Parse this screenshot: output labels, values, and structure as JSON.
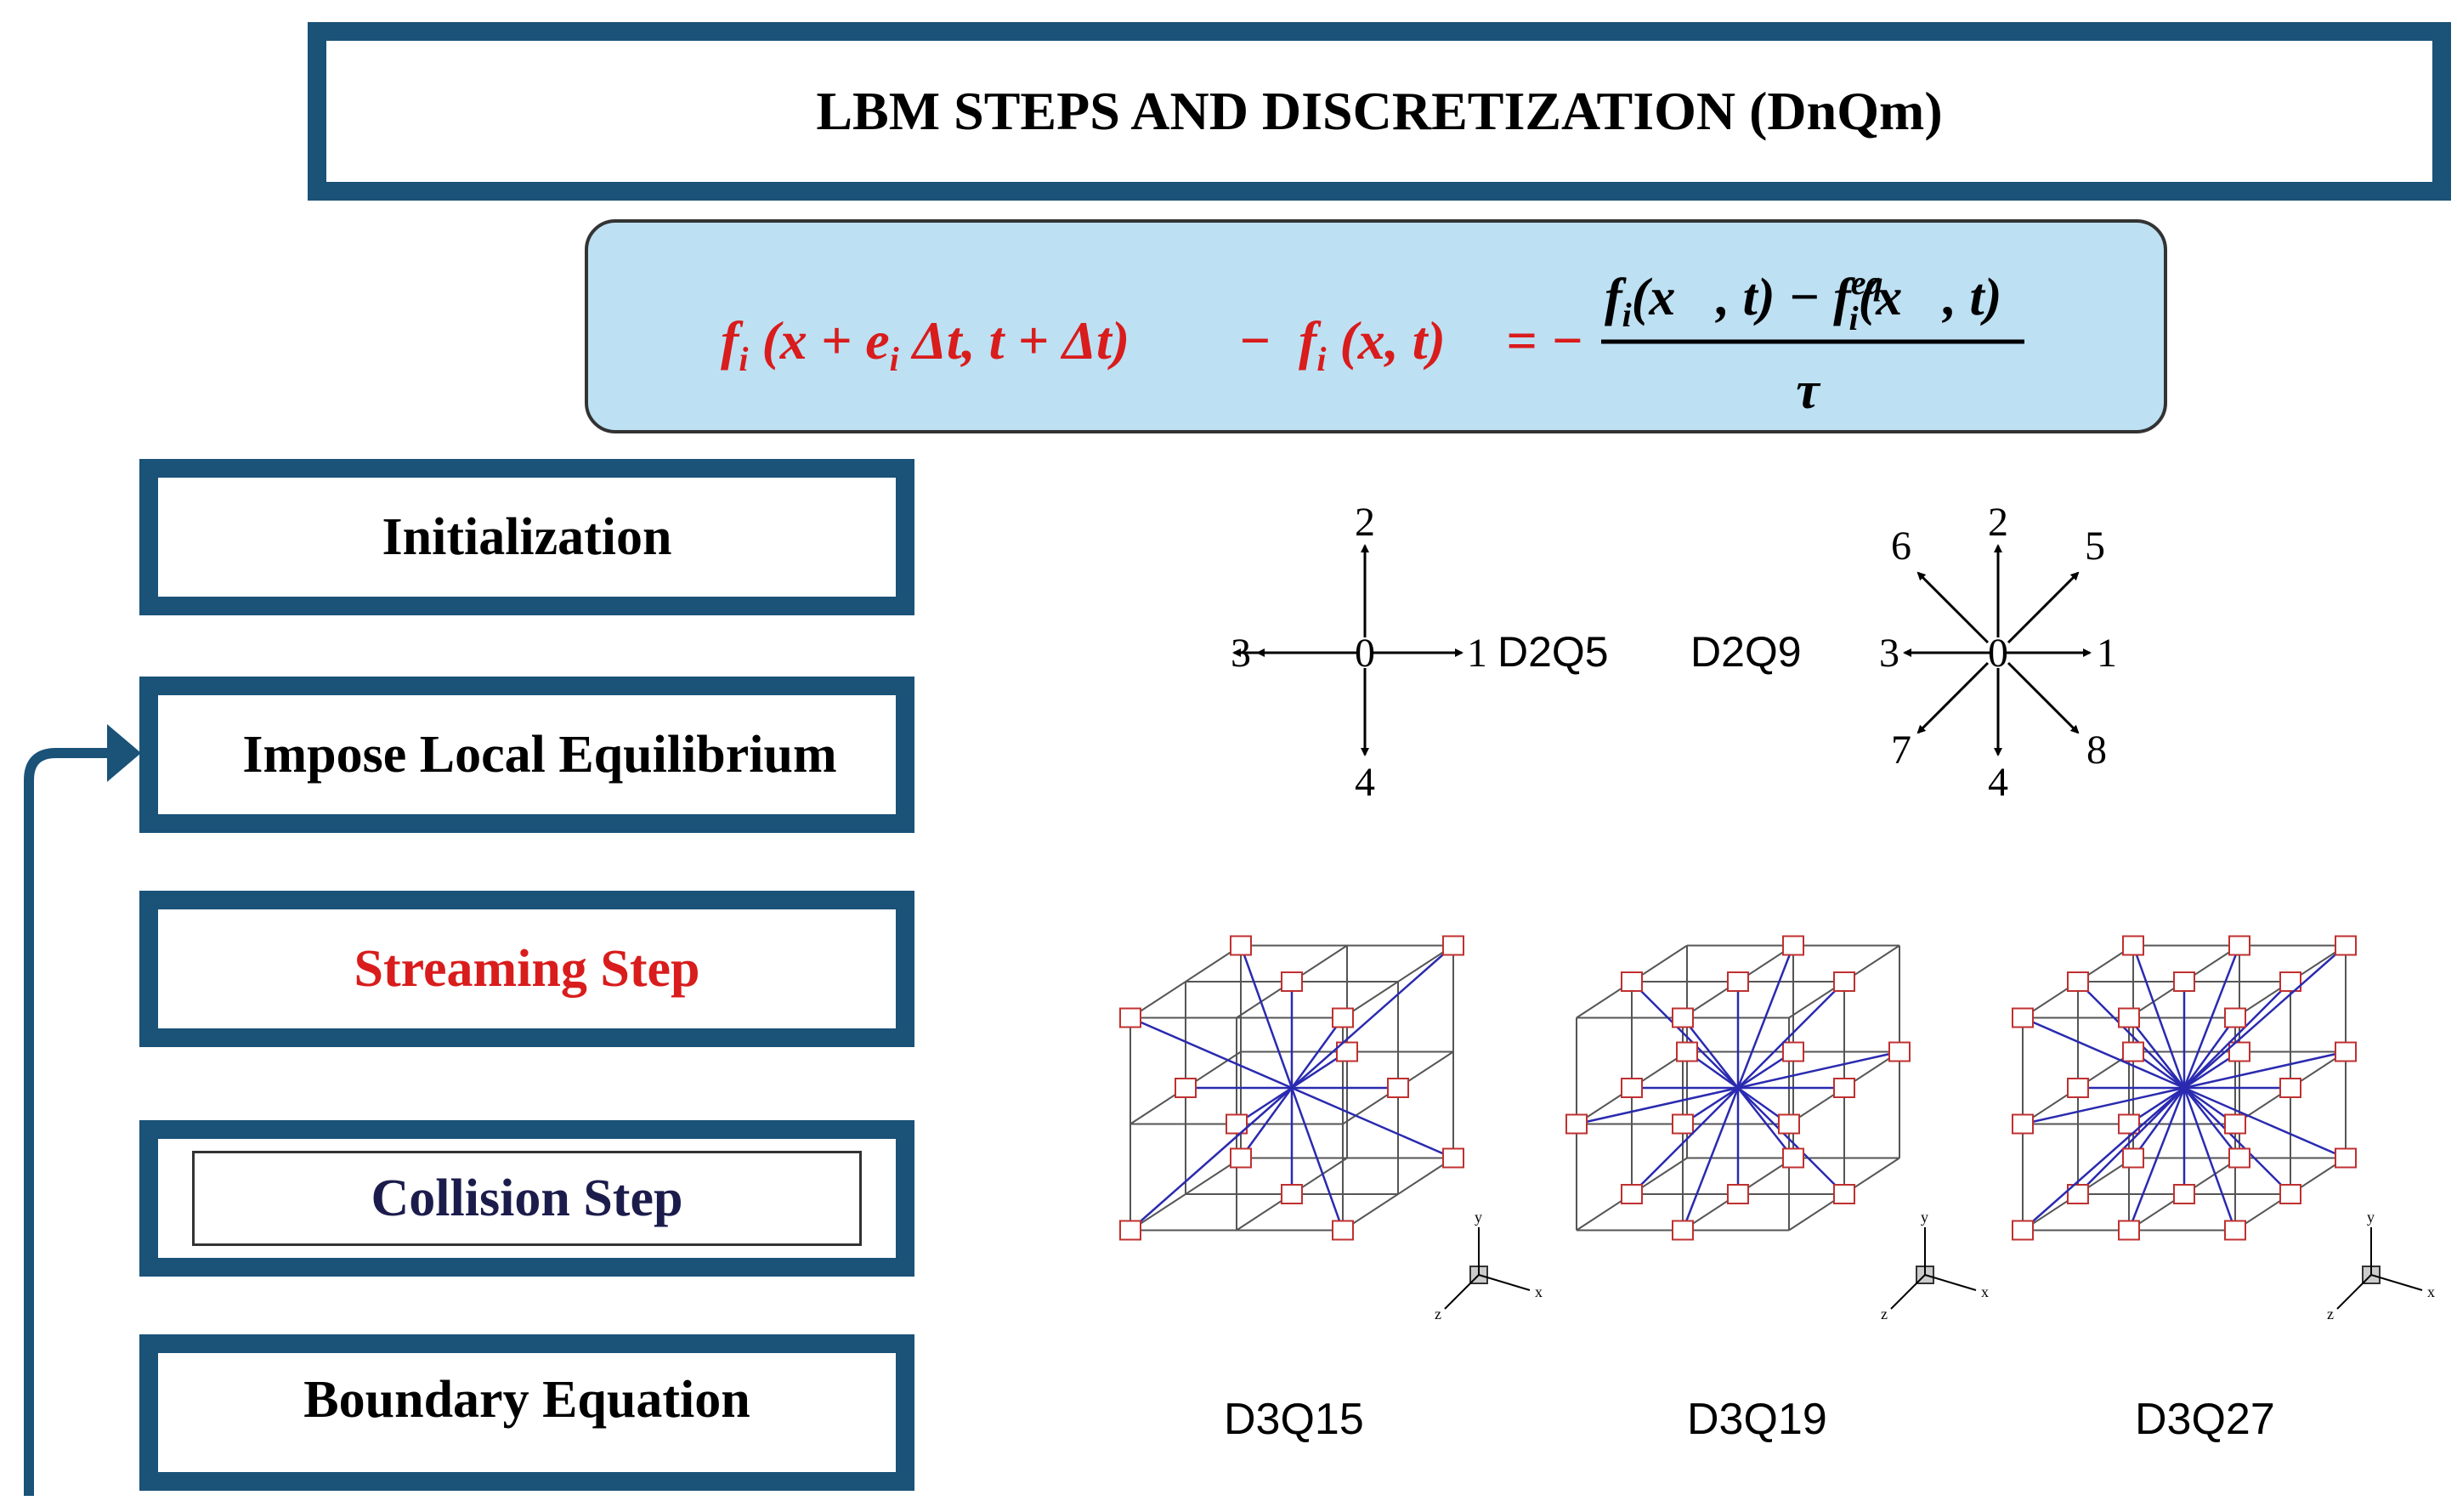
{
  "title": "LBM STEPS AND DISCRETIZATION (DnQm)",
  "equation": {
    "lhs_a": "f",
    "lhs_a_sub": "i",
    "lhs_a_args": "(x + e",
    "lhs_a_args_sub": "i",
    "lhs_a_args2": " Δt, t + Δt)",
    "minus": " − ",
    "lhs_b": "f",
    "lhs_b_sub": "i",
    "lhs_b_args": "(x, t)",
    "equals": "= −",
    "num_a": "f",
    "num_a_sub": "i",
    "num_a_args": "(x⃗, t) − f",
    "num_b_sup": "eq",
    "num_b_sub": "i",
    "num_b_args": "(x⃗, t)",
    "den": "τ"
  },
  "steps": [
    {
      "label": "Initialization",
      "color": "#000000"
    },
    {
      "label": "Impose Local Equilibrium",
      "color": "#000000"
    },
    {
      "label": "Streaming Step",
      "color": "#d91c1c"
    },
    {
      "label": "Collision Step",
      "color": "#1c1c4c"
    },
    {
      "label": "Boundary Equation",
      "color": "#000000"
    }
  ],
  "d2q5": {
    "name": "D2Q5",
    "labels": [
      "0",
      "1",
      "2",
      "3",
      "4"
    ]
  },
  "d2q9": {
    "name": "D2Q9",
    "labels": [
      "0",
      "1",
      "2",
      "3",
      "4",
      "5",
      "6",
      "7",
      "8"
    ]
  },
  "lattices3d": [
    {
      "name": "D3Q15"
    },
    {
      "name": "D3Q19"
    },
    {
      "name": "D3Q27"
    }
  ],
  "axis_letters": [
    "x",
    "y",
    "z"
  ],
  "colors": {
    "frame": "#1a5278",
    "formula_bg": "#bde0f3",
    "formula_text": "#d91c1c",
    "vector": "#2a2ab0",
    "node_box": "#c03030"
  }
}
